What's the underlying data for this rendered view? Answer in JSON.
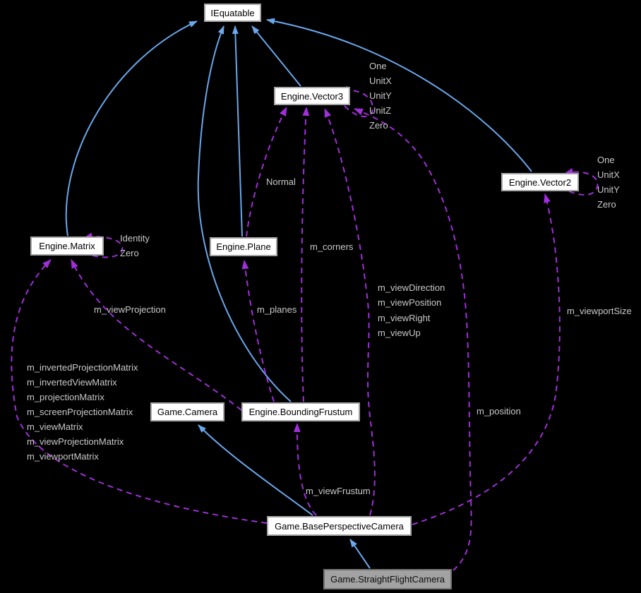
{
  "nodes": {
    "iequatable": {
      "label": "IEquatable"
    },
    "vector3": {
      "label": "Engine.Vector3"
    },
    "vector2": {
      "label": "Engine.Vector2"
    },
    "matrix": {
      "label": "Engine.Matrix"
    },
    "plane": {
      "label": "Engine.Plane"
    },
    "camera": {
      "label": "Game.Camera"
    },
    "bounding_frustum": {
      "label": "Engine.BoundingFrustum"
    },
    "base_perspective_camera": {
      "label": "Game.BasePerspectiveCamera"
    },
    "straight_flight_camera": {
      "label": "Game.StraightFlightCamera"
    }
  },
  "edge_labels": {
    "vector3_self": [
      "One",
      "UnitX",
      "UnitY",
      "UnitZ",
      "Zero"
    ],
    "vector2_self": [
      "One",
      "UnitX",
      "UnitY",
      "Zero"
    ],
    "matrix_self": [
      "Identity",
      "Zero"
    ],
    "plane_to_vector3": "Normal",
    "frustum_to_vector3": "m_corners",
    "bpcamera_to_vector3": [
      "m_viewDirection",
      "m_viewPosition",
      "m_viewRight",
      "m_viewUp"
    ],
    "frustum_to_matrix": "m_viewProjection",
    "frustum_to_plane": "m_planes",
    "bpcamera_to_vector2": "m_viewportSize",
    "bpcamera_to_matrix": [
      "m_invertedProjectionMatrix",
      "m_invertedViewMatrix",
      "m_projectionMatrix",
      "m_screenProjectionMatrix",
      "m_viewMatrix",
      "m_viewProjectionMatrix",
      "m_viewportMatrix"
    ],
    "sfcamera_to_vector3": "m_position",
    "bpcamera_to_frustum": "m_viewFrustum"
  },
  "colors": {
    "background": "#000000",
    "inheritance_edge": "#6aa7ec",
    "usage_edge": "#9f2fd8",
    "node_fill": "#ffffff",
    "node_border": "#a6a6a6",
    "node_text": "#000000",
    "current_node_fill": "#a2a2a2",
    "current_node_border": "#747474",
    "edge_label_text": "#c9c9c9"
  }
}
